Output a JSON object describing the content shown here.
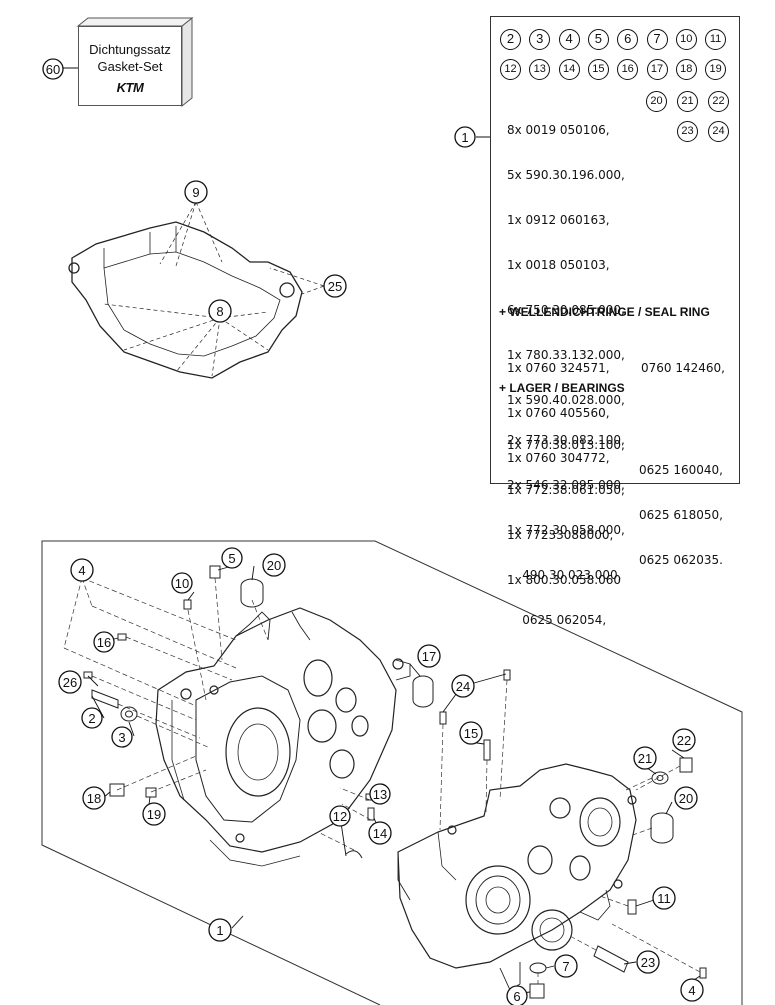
{
  "gasket_kit": {
    "line1": "Dichtungssatz",
    "line2": "Gasket-Set",
    "brand": "KTM",
    "callout": "60"
  },
  "parts_box": {
    "callout": "1",
    "badges_row1": [
      "2",
      "3",
      "4",
      "5",
      "6",
      "7",
      "10",
      "11"
    ],
    "badges_row2": [
      "12",
      "13",
      "14",
      "15",
      "16",
      "17",
      "18",
      "19"
    ],
    "badges_row3": [
      "20",
      "21",
      "22"
    ],
    "badges_row4": [
      "23",
      "24"
    ],
    "parts_list": [
      "8x 0019 050106,",
      "5x 590.30.196.000,",
      "1x 0912 060163,",
      "1x 0018 050103,",
      "6x 750.30.085.000,",
      "1x 780.33.132.000,",
      "1x 590.40.028.000,",
      "1x 770.38.013.100,",
      "1x 772.38.061.050,",
      "1x 77233088000,",
      "1x 800.30.058.060"
    ],
    "seal_title": "+ WELLENDICHTRINGE /  SEAL RING",
    "seal_list": [
      "1x 0760 324571,",
      "1x 0760 405560,",
      "1x 0760 304772,"
    ],
    "seal_extra": "0760 142460,",
    "bearing_title": "+ LAGER / BEARINGS",
    "bearing_list_left": [
      "2x 773.30.082.100,",
      "2x 546.32.095.000,",
      "1x 772.30.058.000,",
      "    490.30.023.000,",
      "    0625 062054,"
    ],
    "bearing_list_right": [
      "0625 160040,",
      "0625 618050,",
      "0625 062035."
    ]
  },
  "gasket_drawing": {
    "callouts": [
      "9",
      "8",
      "25"
    ]
  },
  "crankcase_drawing": {
    "frame_callout": "1",
    "callouts": [
      "4",
      "10",
      "5",
      "20",
      "16",
      "17",
      "26",
      "2",
      "3",
      "24",
      "15",
      "22",
      "21",
      "20",
      "13",
      "14",
      "12",
      "18",
      "19",
      "11",
      "7",
      "23",
      "4",
      "6"
    ]
  }
}
